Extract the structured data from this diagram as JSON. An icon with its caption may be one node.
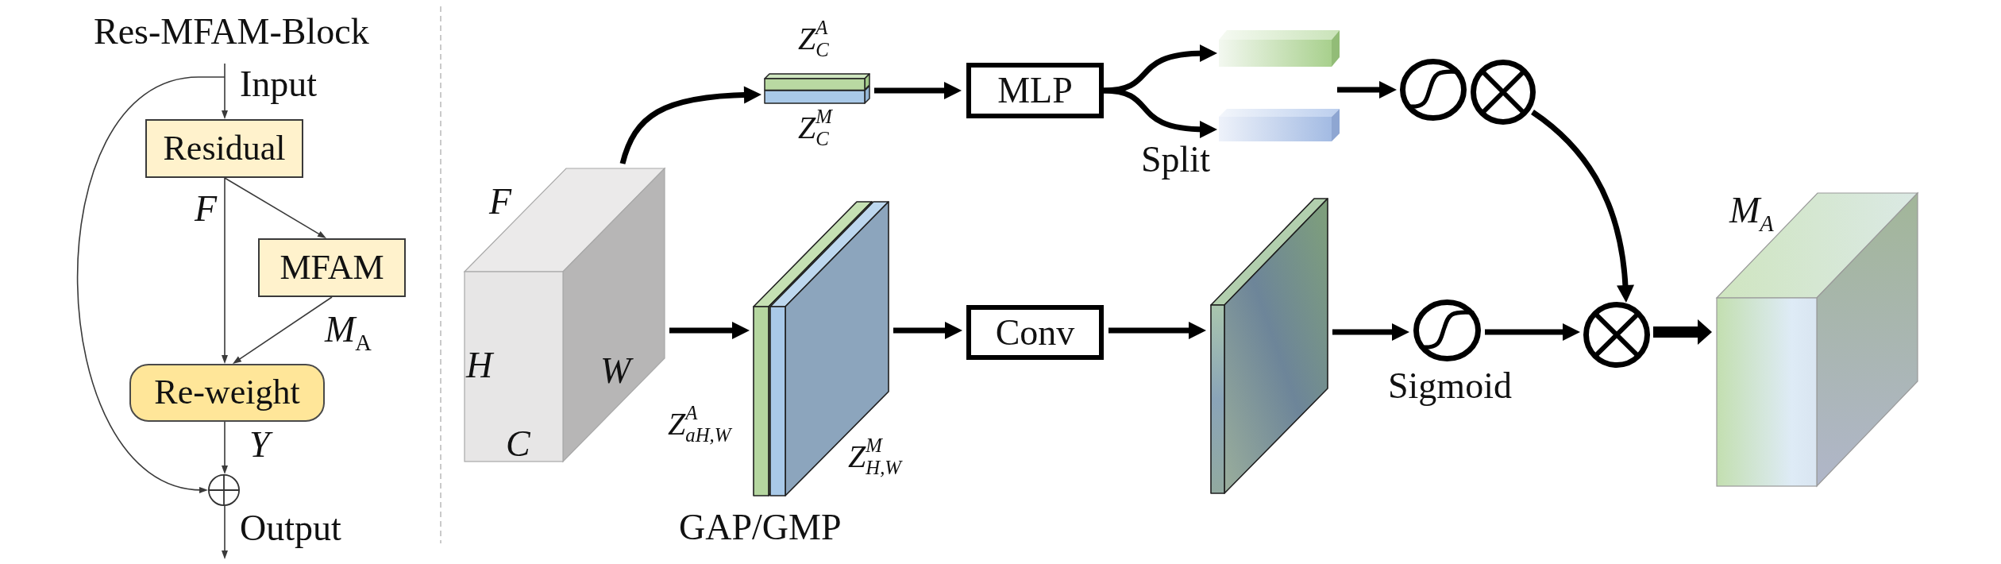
{
  "diagram": {
    "nodes": [
      {
        "text": [
          "Residual"
        ]
      },
      {
        "text": [
          "MFAM"
        ]
      },
      {
        "text": [
          "Re-weight"
        ]
      },
      {
        "text": [],
        "shape": "circle"
      },
      {
        "text": [
          "F",
          "H",
          "W",
          "C"
        ]
      },
      {
        "text": [],
        "shape": "bar",
        "beside": [
          "Z$^{A}$$_{C}$",
          "Z$^{M}$$_{C}$"
        ]
      },
      {
        "text": [
          "MLP"
        ]
      },
      {
        "text": [],
        "shape": "bar"
      },
      {
        "text": [],
        "shape": "bar"
      },
      {
        "text": [],
        "shape": "circle"
      },
      {
        "text": [],
        "shape": "circle"
      },
      {
        "text": [],
        "shape": "box",
        "beside": [
          "Z$^{A}$$_{aH,W}$",
          "Z$^{M}$$_{H,W}$",
          "GAP/GMP"
        ]
      },
      {
        "text": [
          "Conv"
        ]
      },
      {
        "text": [],
        "shape": "box"
      },
      {
        "text": [],
        "shape": "circle",
        "beside": [
          "Sigmoid"
        ]
      },
      {
        "text": [],
        "shape": "circle"
      },
      {
        "text": [
          "M$_{A}$"
        ]
      }
    ],
    "edges": [
      {
        "from": null,
        "to": 0,
        "arrow": "to",
        "label": "Input"
      },
      {
        "from": null,
        "to": 3,
        "arrow": "to"
      },
      {
        "from": 0,
        "to": 2,
        "arrow": "to",
        "label": "F"
      },
      {
        "from": 0,
        "to": 1,
        "arrow": "to"
      },
      {
        "from": 1,
        "to": 2,
        "arrow": "to",
        "label": "*M*$_{A}$"
      },
      {
        "from": 2,
        "to": 3,
        "arrow": "to",
        "label": "Y"
      },
      {
        "from": 3,
        "to": null,
        "arrow": "to",
        "label": "Output"
      },
      {
        "from": 4,
        "to": 5,
        "arrow": "to"
      },
      {
        "from": 5,
        "to": 6,
        "arrow": "to"
      },
      {
        "from": 6,
        "to": 7,
        "arrow": "to"
      },
      {
        "from": 6,
        "to": 8,
        "arrow": "to"
      },
      {
        "from": 7,
        "to": 9,
        "arrow": "to"
      },
      {
        "from": 8,
        "to": 9,
        "arrow": "to"
      },
      {
        "from": 10,
        "to": 15,
        "arrow": "to"
      },
      {
        "from": 4,
        "to": 11,
        "arrow": "to"
      },
      {
        "from": 11,
        "to": 12,
        "arrow": "to"
      },
      {
        "from": 12,
        "to": 13,
        "arrow": "to"
      },
      {
        "from": 13,
        "to": 14,
        "arrow": "to"
      },
      {
        "from": 14,
        "to": 15,
        "arrow": "to"
      },
      {
        "from": 15,
        "to": 16,
        "arrow": "to",
        "style": "thick"
      }
    ],
    "labels": [
      "Res-MFAM-Block",
      "Split"
    ]
  }
}
